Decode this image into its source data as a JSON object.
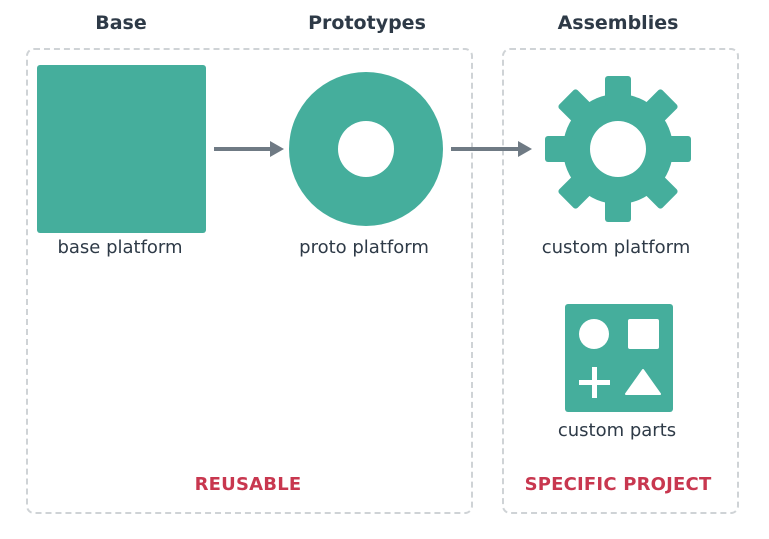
{
  "columns": {
    "base": "Base",
    "prototypes": "Prototypes",
    "assemblies": "Assemblies"
  },
  "items": {
    "base_platform": "base platform",
    "proto_platform": "proto platform",
    "custom_platform": "custom platform",
    "custom_parts": "custom parts"
  },
  "regions": {
    "reusable": "REUSABLE",
    "specific_project": "SPECIFIC PROJECT"
  },
  "colors": {
    "teal": "#45ae9c",
    "arrow": "#6f7a84",
    "region_label": "#c8374f",
    "region_border": "#cfd3d6"
  }
}
